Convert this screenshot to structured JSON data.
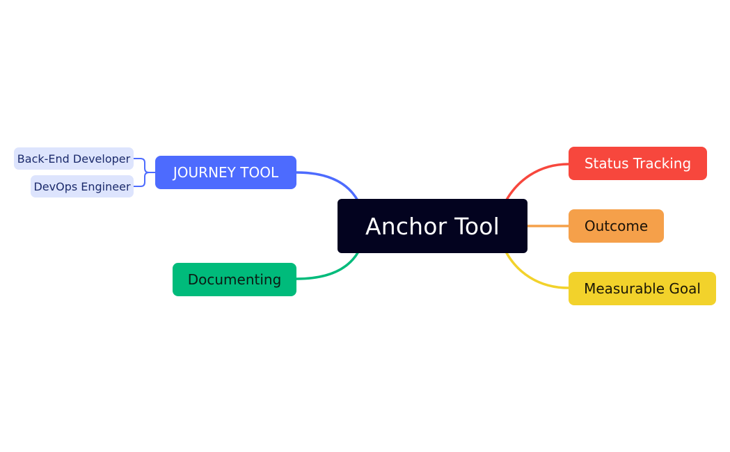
{
  "diagram": {
    "central": {
      "label": "Anchor Tool",
      "bg": "#03031f",
      "fg": "#ffffff"
    },
    "branches": {
      "journey": {
        "label": "JOURNEY TOOL",
        "bg": "#4d6bfe",
        "fg": "#ffffff",
        "children": {
          "backend": {
            "label": "Back-End Developer"
          },
          "devops": {
            "label": "DevOps Engineer"
          }
        },
        "child_bg": "#dde4fd",
        "child_fg": "#1b2a6b"
      },
      "documenting": {
        "label": "Documenting",
        "bg": "#00bb7b",
        "fg": "#0c1a14"
      },
      "status": {
        "label": "Status Tracking",
        "bg": "#f7473d",
        "fg": "#ffffff"
      },
      "outcome": {
        "label": "Outcome",
        "bg": "#f5a04a",
        "fg": "#1a1208"
      },
      "goal": {
        "label": "Measurable Goal",
        "bg": "#f2d22b",
        "fg": "#1a1606"
      }
    },
    "colors": {
      "journey_line": "#4d6bfe",
      "documenting_line": "#00bb7b",
      "status_line": "#f7473d",
      "outcome_line": "#f5a04a",
      "goal_line": "#f2d22b"
    }
  }
}
